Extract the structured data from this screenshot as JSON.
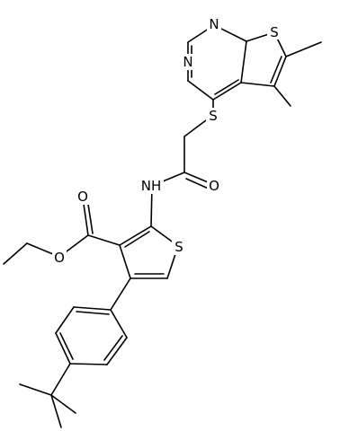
{
  "structure": {
    "atoms": {
      "s_fused": "S",
      "n_top": "N",
      "n_mid": "N",
      "s_linker": "S",
      "nh": "NH",
      "o_amide": "O",
      "o_ester_carbonyl": "O",
      "o_ester_ether": "O",
      "s_thiophene": "S"
    }
  }
}
